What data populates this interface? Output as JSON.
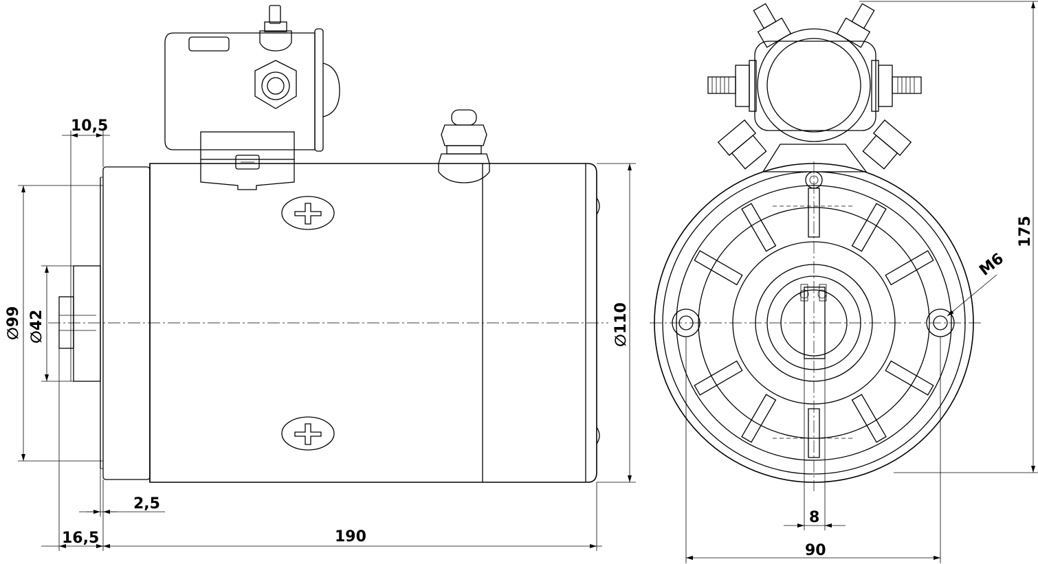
{
  "dimensions": {
    "d_10_5": "10,5",
    "d_99": "∅99",
    "d_42": "∅42",
    "d_2_5": "2,5",
    "d_16_5": "16,5",
    "d_190": "190",
    "d_110": "∅110",
    "d_175": "175",
    "d_m6": "M6",
    "d_8": "8",
    "d_90": "90"
  }
}
